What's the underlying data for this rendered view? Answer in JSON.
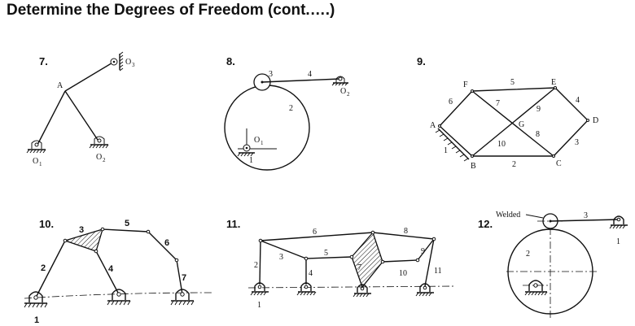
{
  "title": "Determine the Degrees of Freedom (cont.….)",
  "figures": {
    "f7": {
      "number": "7.",
      "labels": {
        "A": "A",
        "O1": "O",
        "O1_sub": "1",
        "O2": "O",
        "O2_sub": "2",
        "O3": "O",
        "O3_sub": "3"
      }
    },
    "f8": {
      "number": "8.",
      "labels": {
        "l1": "1",
        "l2": "2",
        "l3": "3",
        "l4": "4",
        "O1": "O",
        "O1_sub": "1",
        "O2": "O",
        "O2_sub": "2"
      }
    },
    "f9": {
      "number": "9.",
      "labels": {
        "A": "A",
        "B": "B",
        "C": "C",
        "D": "D",
        "E": "E",
        "F": "F",
        "G": "G",
        "l1": "1",
        "l2": "2",
        "l3": "3",
        "l4": "4",
        "l5": "5",
        "l6": "6",
        "l7": "7",
        "l8": "8",
        "l9": "9",
        "l10": "10"
      }
    },
    "f10": {
      "number": "10.",
      "labels": {
        "l1": "1",
        "l2": "2",
        "l3": "3",
        "l4": "4",
        "l5": "5",
        "l6": "6",
        "l7": "7"
      }
    },
    "f11": {
      "number": "11.",
      "labels": {
        "l1": "1",
        "l2": "2",
        "l3": "3",
        "l4": "4",
        "l5": "5",
        "l6": "6",
        "l7": "7",
        "l8": "8",
        "l9": "9",
        "l10": "10",
        "l11": "11"
      }
    },
    "f12": {
      "number": "12.",
      "labels": {
        "welded": "Welded",
        "l1": "1",
        "l2": "2",
        "l3": "3"
      }
    }
  }
}
